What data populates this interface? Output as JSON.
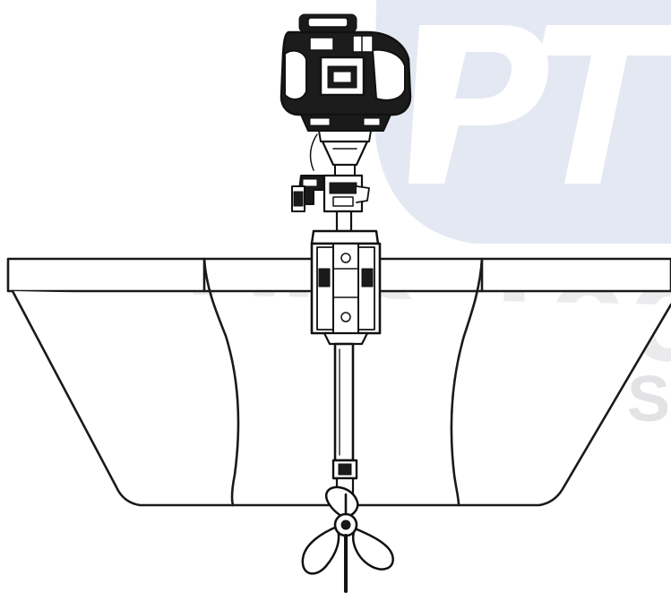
{
  "watermark": {
    "brand_text": "Pro-Tec",
    "suffix_text": "S",
    "monogram_letters": "PT",
    "color_text": "#e7e7e9",
    "color_monogram": "#dde3ee"
  },
  "drawing": {
    "stroke_color": "#111111",
    "subject": "outboard-motor-mounted-on-boat-stern"
  }
}
